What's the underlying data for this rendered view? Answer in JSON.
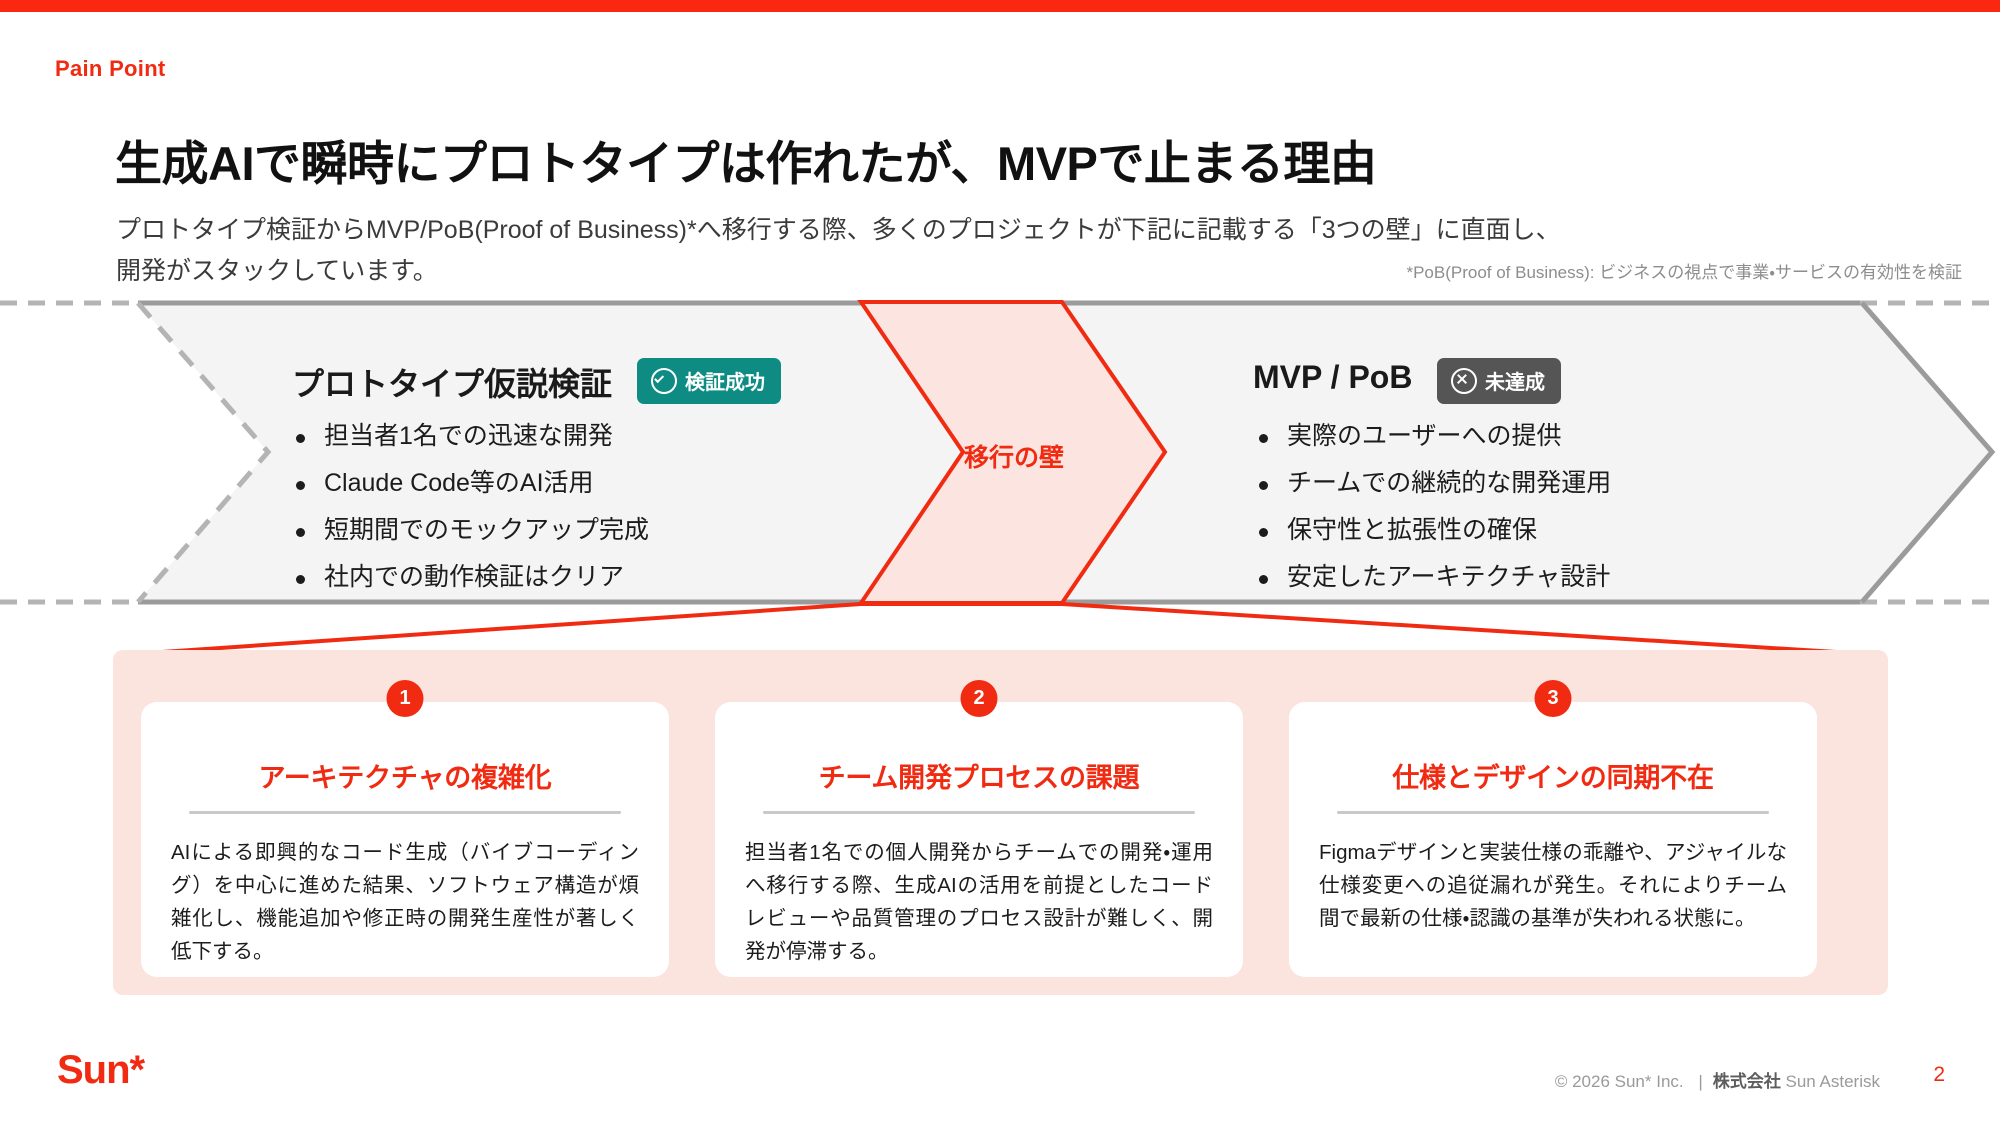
{
  "theme": {
    "accent_red": "#F02B12",
    "top_bar_red": "#FA2810",
    "success_teal": "#0E8C84",
    "fail_gray": "#555555",
    "band_gray": "#F4F4F4",
    "cards_pink": "#FBE3DE"
  },
  "header": {
    "eyebrow": "Pain Point",
    "title": "生成AIで瞬時にプロトタイプは作れたが、MVPで止まる理由",
    "lead": "プロトタイプ検証からMVP/PoB(Proof of Business)*へ移行する際、多くのプロジェクトが下記に記載する「3つの壁」に直面し、\n開発がスタックしています。",
    "footnote": "*PoB(Proof of Business): ビジネスの視点で事業・サービスの有効性を検証"
  },
  "flow": {
    "left_stage": {
      "title": "プロトタイプ仮説検証",
      "badge_label": "検証成功",
      "badge_icon": "check-circle-icon",
      "items": [
        "担当者1名での迅速な開発",
        "Claude Code等のAI活用",
        "短期間でのモックアップ完成",
        "社内での動作検証はクリア"
      ]
    },
    "wall_label": "移行の壁",
    "right_stage": {
      "title": "MVP / PoB",
      "badge_label": "未達成",
      "badge_icon": "cross-circle-icon",
      "items": [
        "実際のユーザーへの提供",
        "チームでの継続的な開発運用",
        "保守性と拡張性の確保",
        "安定したアーキテクチャ設計"
      ]
    }
  },
  "cards": [
    {
      "number": "1",
      "title": "アーキテクチャの複雑化",
      "body": "AIによる即興的なコード生成（バイブコーディング）を中心に進めた結果、ソフトウェア構造が煩雑化し、機能追加や修正時の開発生産性が著しく低下する。"
    },
    {
      "number": "2",
      "title": "チーム開発プロセスの課題",
      "body": "担当者1名での個人開発からチームでの開発・運用へ移行する際、生成AIの活用を前提としたコードレビューや品質管理のプロセス設計が難しく、開発が停滞する。"
    },
    {
      "number": "3",
      "title": "仕様とデザインの同期不在",
      "body": "Figmaデザインと実装仕様の乖離や、アジャイルな仕様変更への追従漏れが発生。それによりチーム間で最新の仕様・認識の基準が失われる状態に。"
    }
  ],
  "footer": {
    "logo": "Sun*",
    "copyright_left": "© 2026 Sun* Inc.",
    "separator": "|",
    "company_bold": "株式会社",
    "company_rest": " Sun Asterisk",
    "page_number": "2"
  }
}
